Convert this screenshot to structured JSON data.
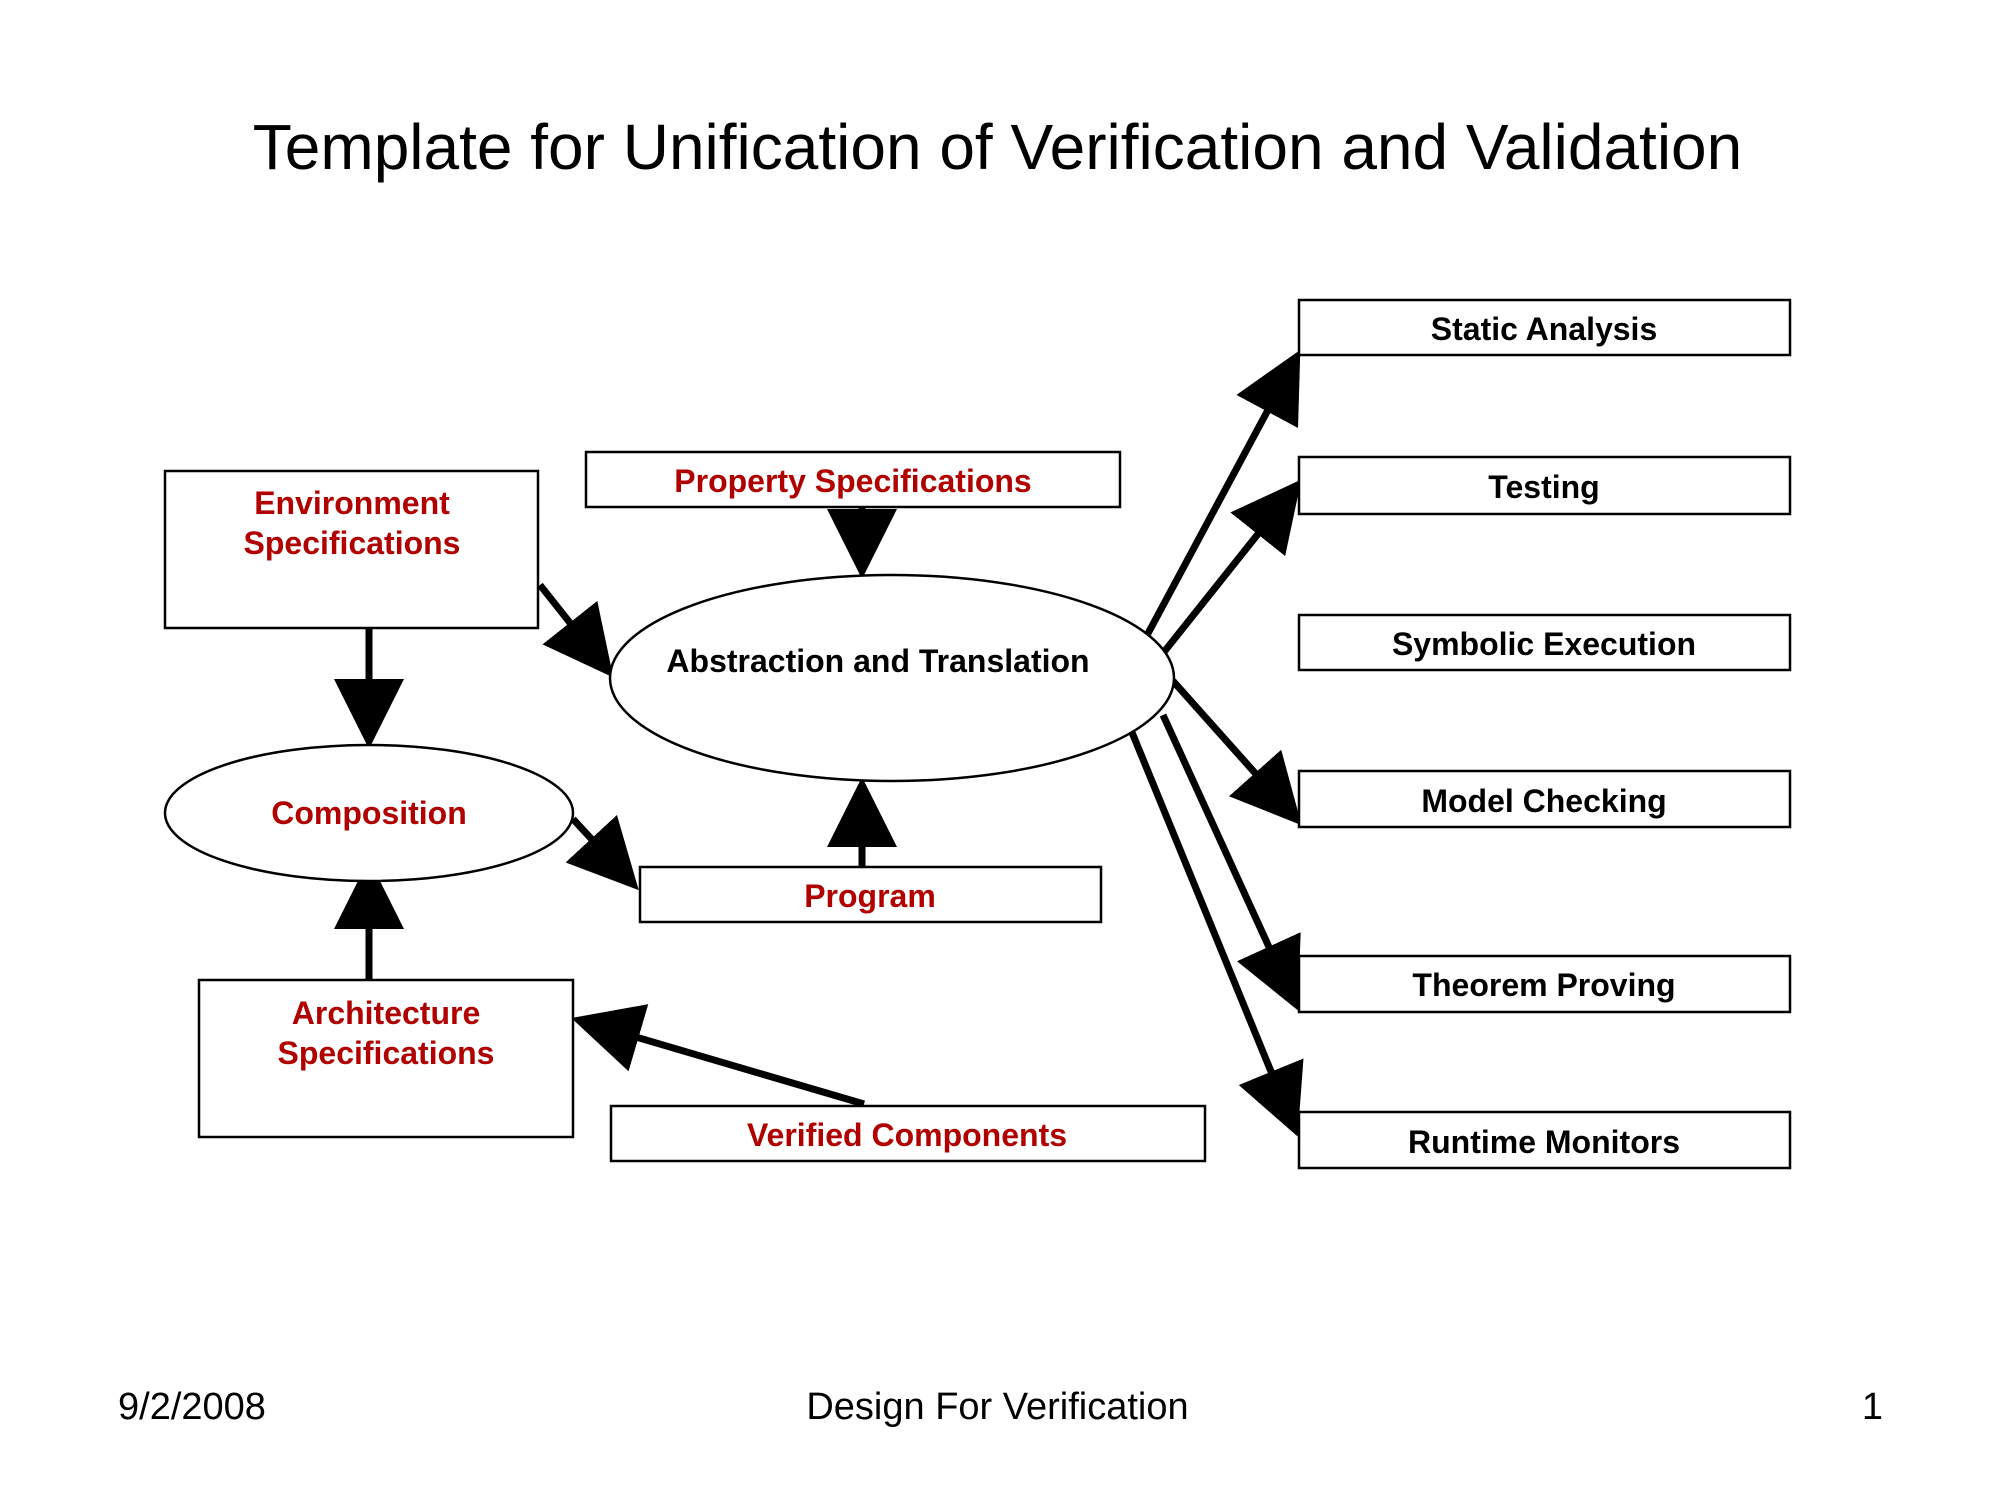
{
  "title": "Template for Unification of Verification and Validation",
  "colors": {
    "accent": "#b00000",
    "text": "#000000",
    "line": "#000000"
  },
  "nodes": {
    "environment_specifications": {
      "lines": [
        "Environment",
        "Specifications"
      ]
    },
    "property_specifications": {
      "lines": [
        "Property Specifications"
      ]
    },
    "abstraction_and_translation": {
      "lines": [
        "Abstraction and Translation"
      ]
    },
    "composition": {
      "lines": [
        "Composition"
      ]
    },
    "program": {
      "lines": [
        "Program"
      ]
    },
    "architecture_specifications": {
      "lines": [
        "Architecture",
        "Specifications"
      ]
    },
    "verified_components": {
      "lines": [
        "Verified Components"
      ]
    },
    "static_analysis": {
      "lines": [
        "Static Analysis"
      ]
    },
    "testing": {
      "lines": [
        "Testing"
      ]
    },
    "symbolic_execution": {
      "lines": [
        "Symbolic Execution"
      ]
    },
    "model_checking": {
      "lines": [
        "Model Checking"
      ]
    },
    "theorem_proving": {
      "lines": [
        "Theorem Proving"
      ]
    },
    "runtime_monitors": {
      "lines": [
        "Runtime Monitors"
      ]
    }
  },
  "edges": [
    {
      "from": "environment_specifications",
      "to": "composition"
    },
    {
      "from": "environment_specifications",
      "to": "abstraction_and_translation"
    },
    {
      "from": "property_specifications",
      "to": "abstraction_and_translation"
    },
    {
      "from": "composition",
      "to": "program"
    },
    {
      "from": "program",
      "to": "abstraction_and_translation"
    },
    {
      "from": "architecture_specifications",
      "to": "composition"
    },
    {
      "from": "verified_components",
      "to": "architecture_specifications"
    },
    {
      "from": "abstraction_and_translation",
      "to": "static_analysis"
    },
    {
      "from": "abstraction_and_translation",
      "to": "testing"
    },
    {
      "from": "abstraction_and_translation",
      "to": "model_checking"
    },
    {
      "from": "abstraction_and_translation",
      "to": "theorem_proving"
    },
    {
      "from": "abstraction_and_translation",
      "to": "runtime_monitors"
    }
  ],
  "footer": {
    "date": "9/2/2008",
    "center": "Design For Verification",
    "page": "1"
  }
}
